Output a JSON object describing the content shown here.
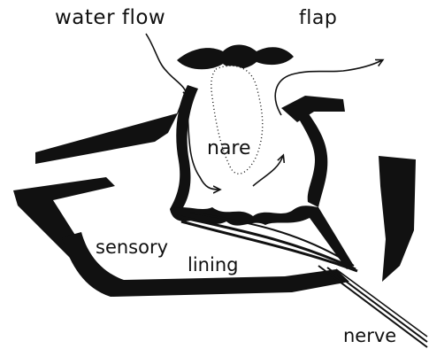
{
  "labels": {
    "water_flow": "water flow",
    "flap": "flap",
    "nare": "nare",
    "sensory": "sensory",
    "lining": "lining",
    "nerve": "nerve"
  },
  "colors": {
    "ink": "#111111",
    "paper": "#ffffff"
  }
}
